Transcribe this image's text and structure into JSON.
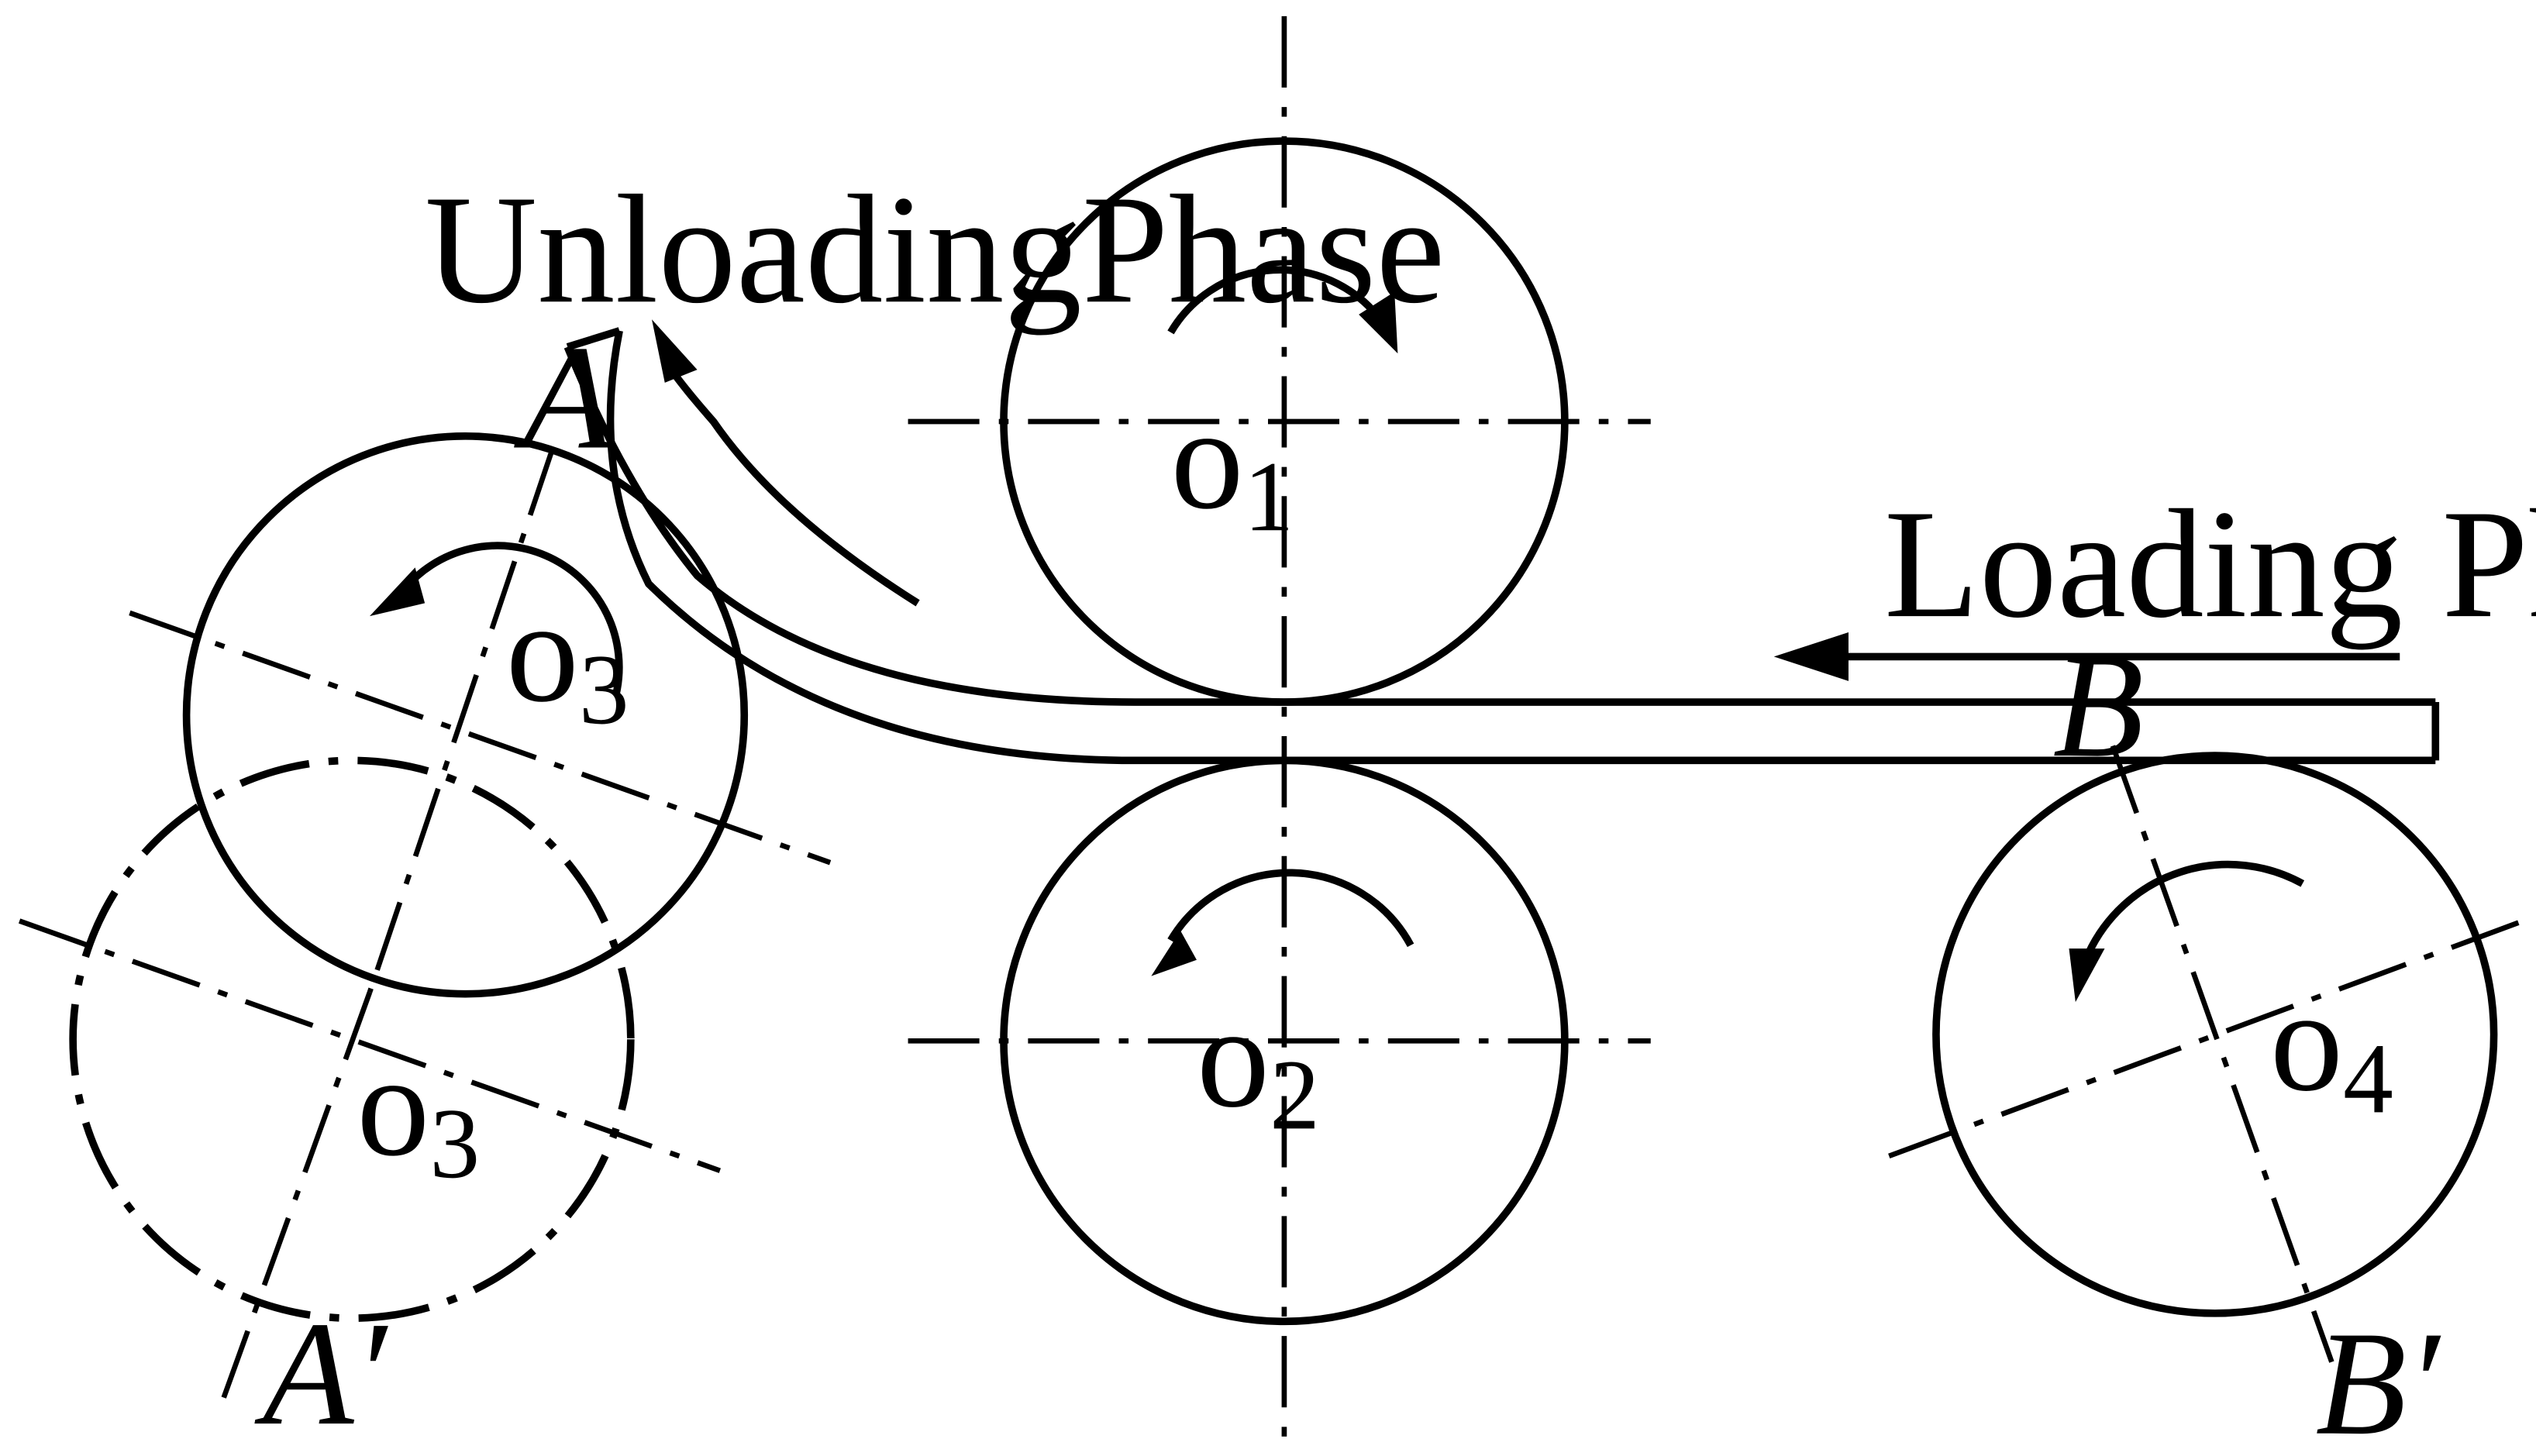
{
  "labels": {
    "unloading_phase": "UnloadingPhase",
    "loading_phase": "Loading Phase",
    "point_a": "A",
    "point_a_prime": "A′",
    "point_b": "B",
    "point_b_prime": "B′"
  },
  "rolls": [
    {
      "id": "o1",
      "letter": "o",
      "subscript": "1"
    },
    {
      "id": "o2",
      "letter": "o",
      "subscript": "2"
    },
    {
      "id": "o3_upper",
      "letter": "o",
      "subscript": "3"
    },
    {
      "id": "o3_lower",
      "letter": "o",
      "subscript": "3"
    },
    {
      "id": "o4",
      "letter": "o",
      "subscript": "4"
    }
  ]
}
